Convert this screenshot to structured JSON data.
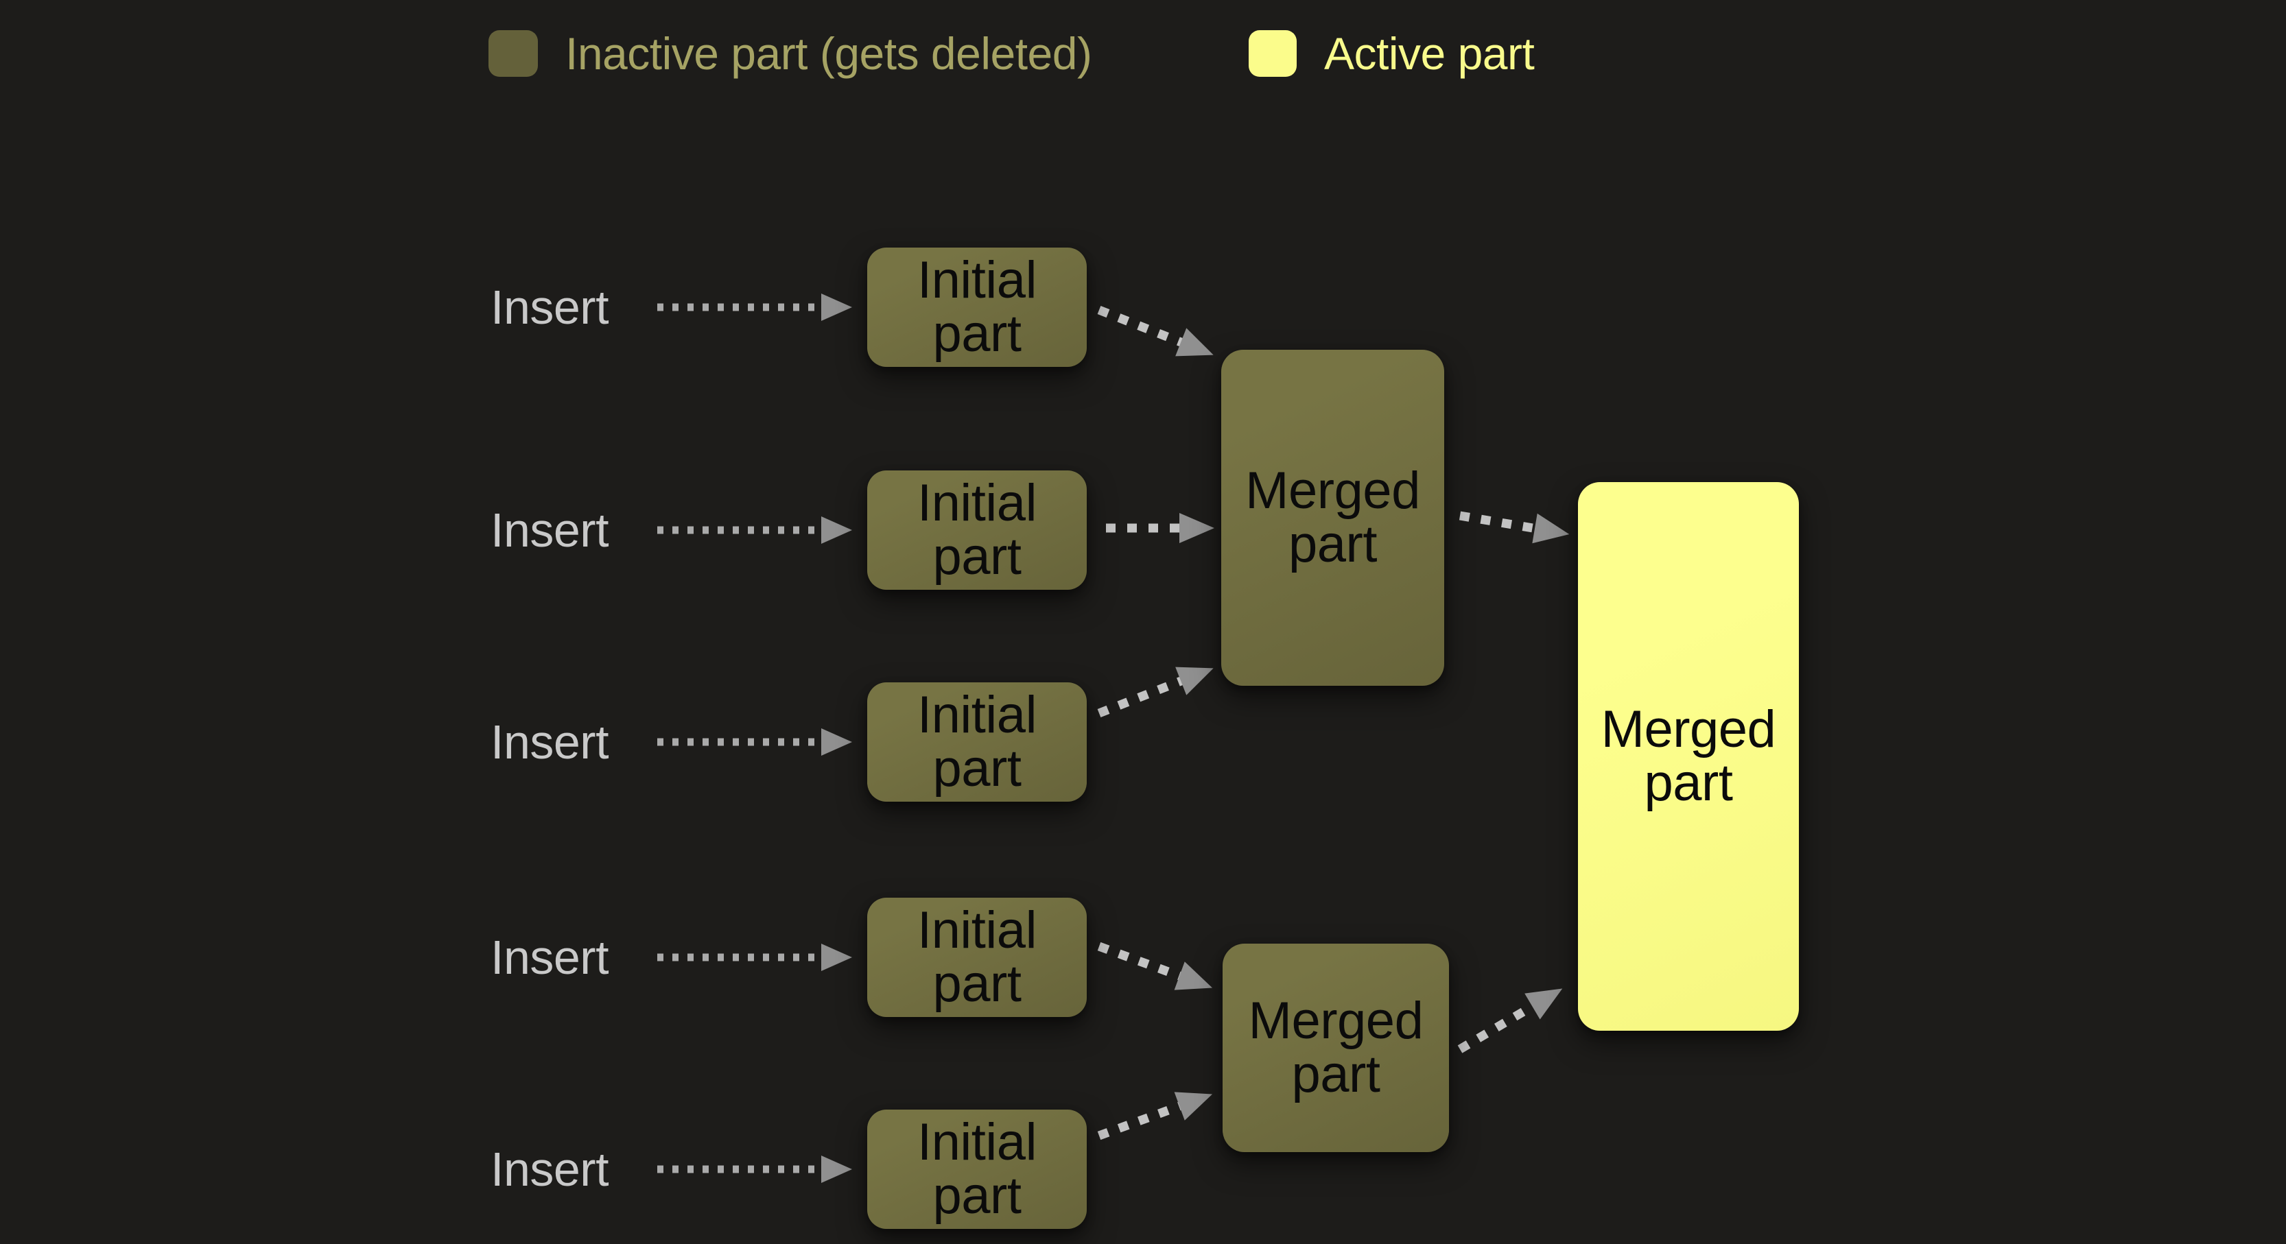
{
  "legend": {
    "inactive": {
      "label": "Inactive part (gets deleted)",
      "swatch_color": "#64613a"
    },
    "active": {
      "label": "Active part",
      "swatch_color": "#fbfc8b"
    }
  },
  "diagram": {
    "inserts": [
      {
        "label": "Insert"
      },
      {
        "label": "Insert"
      },
      {
        "label": "Insert"
      },
      {
        "label": "Insert"
      },
      {
        "label": "Insert"
      }
    ],
    "initial_parts": [
      {
        "label": "Initial part"
      },
      {
        "label": "Initial part"
      },
      {
        "label": "Initial part"
      },
      {
        "label": "Initial part"
      },
      {
        "label": "Initial part"
      }
    ],
    "merged_parts": [
      {
        "label": "Merged part"
      },
      {
        "label": "Merged part"
      }
    ],
    "final_part": {
      "label": "Merged part"
    }
  },
  "icons": {
    "arrow_dotted": "dotted-arrow-right",
    "arrow_dashed": "dashed-arrow"
  },
  "colors": {
    "background": "#1d1c1a",
    "node_inactive": "#777444",
    "node_inactive_dark": "#67643a",
    "node_active": "#fdff8e",
    "node_active_dark": "#f6f781",
    "node_text": "#0b0b0b",
    "insert_text": "#c9c9c9",
    "legend_inactive_swatch": "#64613a",
    "legend_active_swatch": "#fbfc8b",
    "legend_inactive_text": "#a6a364",
    "legend_active_text": "#f8fa8c",
    "arrow_dot": "#aaaaaa",
    "arrow_dash": "#c3c3c3",
    "arrowhead": "#909090"
  }
}
